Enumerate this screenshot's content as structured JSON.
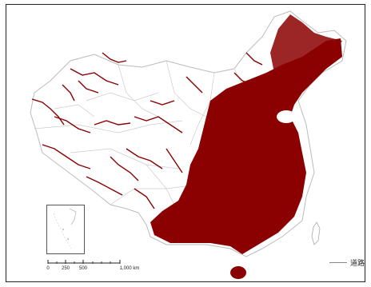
{
  "map": {
    "road_color": "#8b0000",
    "boundary_color": "#bbbbbb",
    "background": "#ffffff"
  },
  "scale": {
    "ticks": [
      "0",
      "250",
      "500",
      "1,000 km"
    ]
  },
  "legend": {
    "roads_label": "道路"
  }
}
